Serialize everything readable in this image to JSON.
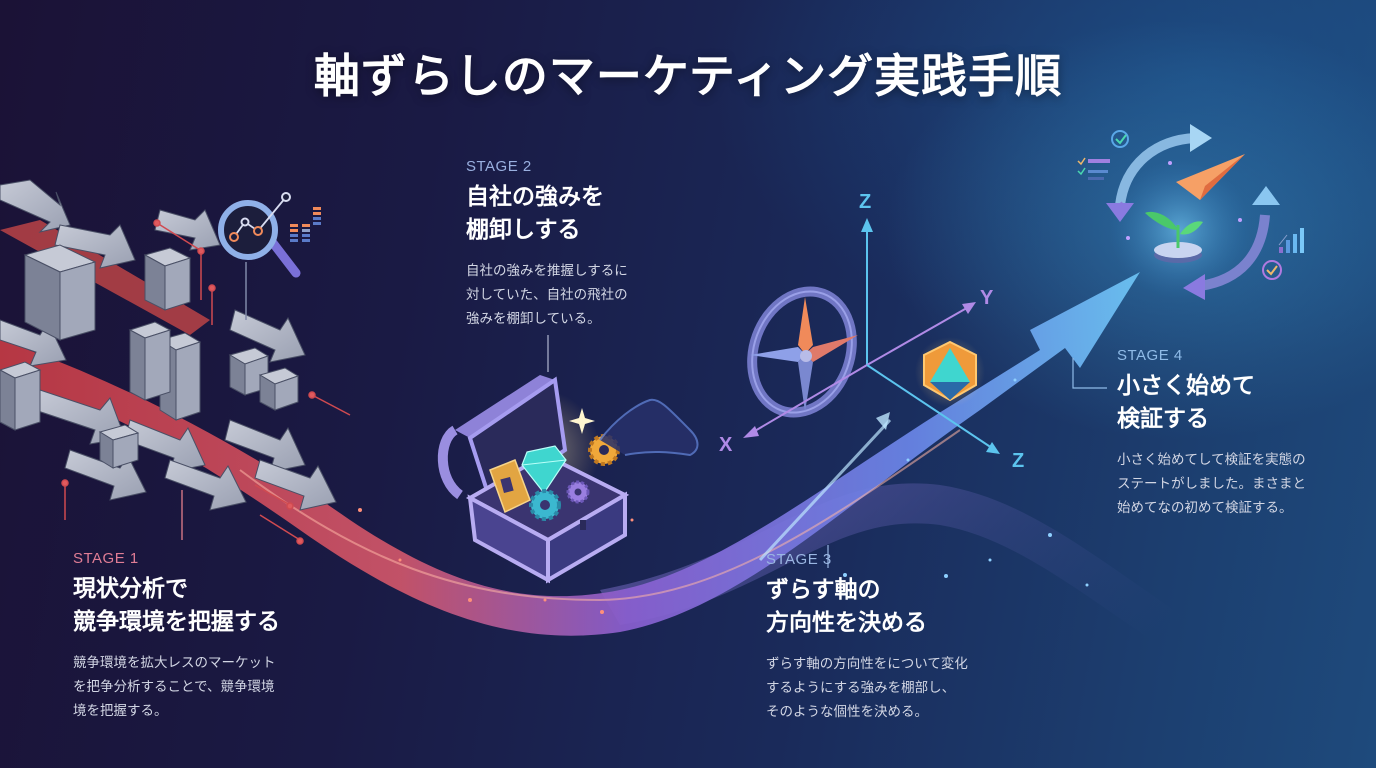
{
  "title": "軸ずらしのマーケティング実践手順",
  "colors": {
    "background_left": "#1b1236",
    "background_right": "#1e4a7c",
    "stage1_accent": "#e07d95",
    "path_red": "#d0484e",
    "path_purple": "#8a6ee0",
    "path_blue": "#5fb8f0",
    "axis_cyan": "#5cc4ee",
    "axis_violet": "#b08ae6"
  },
  "stages": [
    {
      "label": "STAGE 1",
      "heading_lines": [
        "現状分析で",
        "競争環境を把握する"
      ],
      "description_lines": [
        "競争環境を拡大レスのマーケット",
        "を把争分析することで、競争環境",
        "境を把握する。"
      ],
      "illustration": "maze-of-arrows-and-magnifier-icon"
    },
    {
      "label": "STAGE 2",
      "heading_lines": [
        "自社の強みを",
        "棚卸しする"
      ],
      "description_lines": [
        "自社の強みを推握しするに",
        "対していた、自社の飛社の",
        "強みを棚卸している。"
      ],
      "illustration": "treasure-chest-icon"
    },
    {
      "label": "STAGE 3",
      "heading_lines": [
        "ずらす軸の",
        "方向性を決める"
      ],
      "description_lines": [
        "ずらす軸の方向性をについて変化",
        "するようにする強みを棚部し、",
        "そのような個性を決める。"
      ],
      "illustration": "compass-and-axes-icon"
    },
    {
      "label": "STAGE 4",
      "heading_lines": [
        "小さく始めて",
        "検証する"
      ],
      "description_lines": [
        "小さく始めてして検証を実態の",
        "ステートがしました。まさまと",
        "始めてなの初めて検証する。"
      ],
      "illustration": "sprout-cycle-icon"
    }
  ],
  "axes": {
    "z_top": "Z",
    "y": "Y",
    "x": "X",
    "z_bottom": "Z"
  }
}
